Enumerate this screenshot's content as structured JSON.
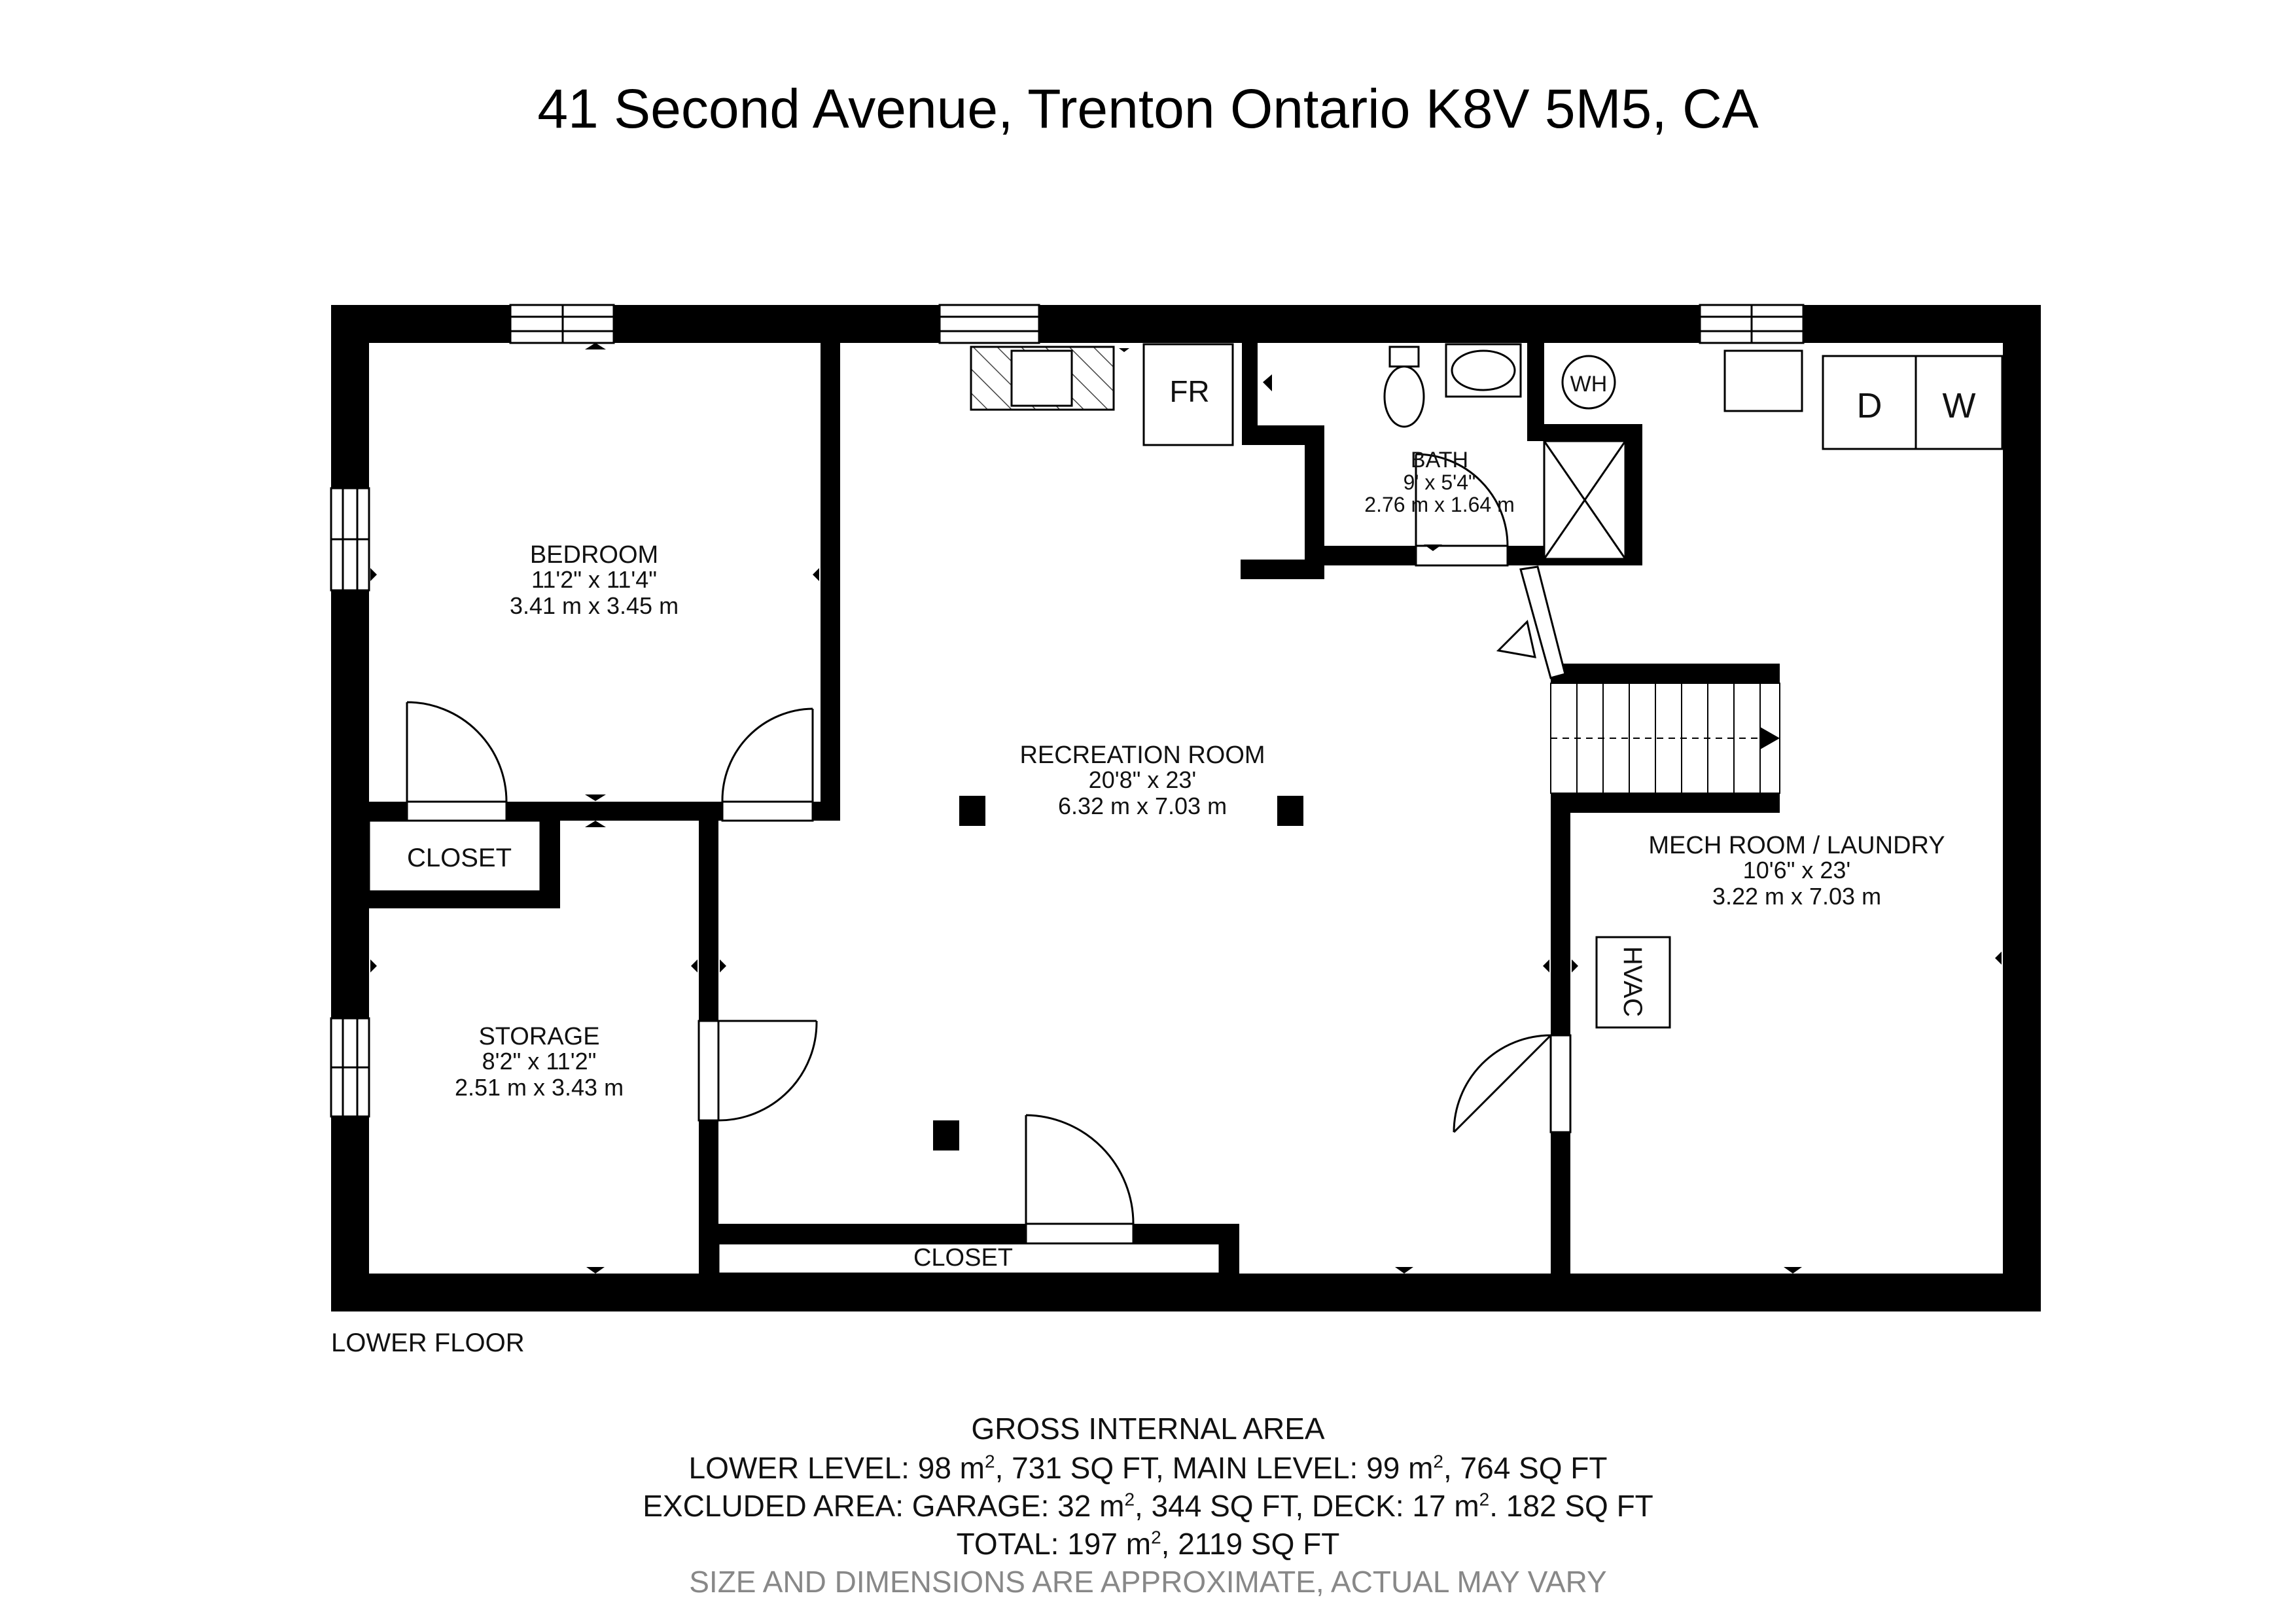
{
  "title": "41 Second Avenue, Trenton Ontario K8V 5M5, CA",
  "floor_label": "LOWER FLOOR",
  "rooms": {
    "bedroom": {
      "name": "BEDROOM",
      "imperial": "11'2\" x 11'4\"",
      "metric": "3.41 m x 3.45 m"
    },
    "rec": {
      "name": "RECREATION ROOM",
      "imperial": "20'8\" x 23'",
      "metric": "6.32 m x 7.03 m"
    },
    "bath": {
      "name": "BATH",
      "imperial": "9' x 5'4\"",
      "metric": "2.76 m x 1.64 m"
    },
    "mech": {
      "name": "MECH ROOM / LAUNDRY",
      "imperial": "10'6\" x 23'",
      "metric": "3.22 m x 7.03 m"
    },
    "storage": {
      "name": "STORAGE",
      "imperial": "8'2\" x 11'2\"",
      "metric": "2.51 m x 3.43 m"
    },
    "closet1": {
      "name": "CLOSET"
    },
    "closet2": {
      "name": "CLOSET"
    }
  },
  "fixtures": {
    "fridge": "FR",
    "water_heater": "WH",
    "dryer": "D",
    "washer": "W",
    "hvac": "HVAC"
  },
  "area": {
    "heading": "GROSS INTERNAL AREA",
    "lower_prefix": "LOWER LEVEL: 98 m",
    "lower_mid": ", 731 SQ FT, MAIN LEVEL: 99 m",
    "lower_suffix": ", 764 SQ FT",
    "excluded_prefix": "EXCLUDED AREA: GARAGE: 32 m",
    "excluded_mid": ", 344 SQ FT, DECK: 17 m",
    "excluded_suffix": ". 182 SQ FT",
    "total_prefix": "TOTAL: 197 m",
    "total_suffix": ", 2119 SQ FT",
    "sq": "2",
    "disclaimer": "SIZE AND DIMENSIONS ARE APPROXIMATE, ACTUAL MAY VARY"
  },
  "colors": {
    "wall": "#000000",
    "background": "#ffffff",
    "disclaimer": "#888888"
  }
}
